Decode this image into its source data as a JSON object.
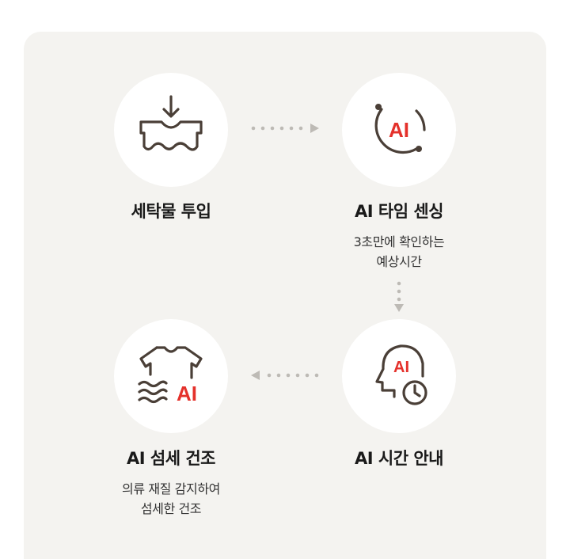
{
  "colors": {
    "panel_bg": "#f4f3f0",
    "icon_stroke": "#4a3f37",
    "accent_red": "#e4312b",
    "connector": "#bdbab5"
  },
  "steps": [
    {
      "icon": "laundry-drop-in-icon",
      "title": "세탁물 투입",
      "desc": []
    },
    {
      "icon": "ai-sensing-icon",
      "title": "AI 타임 센싱",
      "desc": [
        "3초만에 확인하는",
        "예상시간"
      ],
      "icon_text": "AI"
    },
    {
      "icon": "ai-time-guide-icon",
      "title": "AI 시간 안내",
      "desc": [],
      "icon_text": "AI"
    },
    {
      "icon": "ai-delicate-dry-icon",
      "title": "AI 섬세 건조",
      "desc": [
        "의류 재질 감지하여",
        "섬세한 건조"
      ],
      "icon_text": "AI"
    }
  ]
}
